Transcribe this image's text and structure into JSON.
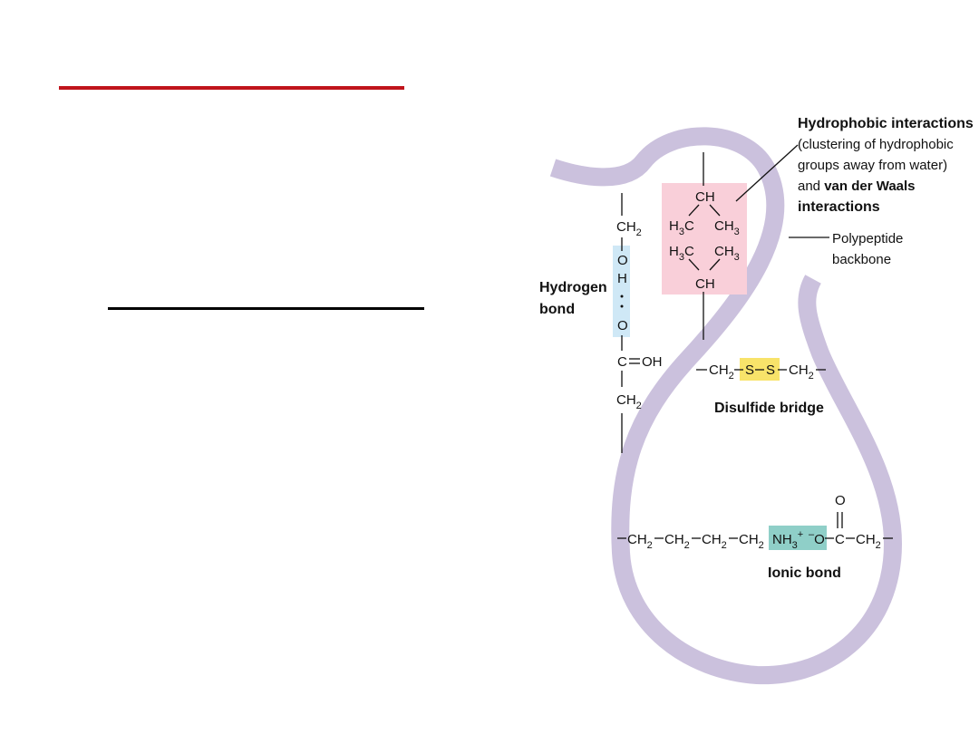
{
  "colors": {
    "title_rule": "#c0141c",
    "subtitle_rule": "#000000",
    "backbone": "#cbc1dd",
    "hydrogen_highlight": "#cfe8f6",
    "hydrophobic_highlight": "#f9cfd9",
    "disulfide_highlight": "#f8e36a",
    "ionic_highlight": "#8fcfc8"
  },
  "labels": {
    "hydrophobic_title": "Hydrophobic interactions",
    "hydrophobic_line2": "(clustering of hydrophobic",
    "hydrophobic_line3": "groups away from water)",
    "hydrophobic_and": "and ",
    "hydrophobic_vdw": "van der Waals",
    "hydrophobic_line5": "interactions",
    "backbone_line1": "Polypeptide",
    "backbone_line2": "backbone",
    "hydrogen_line1": "Hydrogen",
    "hydrogen_line2": "bond",
    "disulfide": "Disulfide bridge",
    "ionic": "Ionic bond"
  },
  "hydrogen_bond_chain": {
    "ch2_top": "CH",
    "ch2_top_sub": "2",
    "o_top": "O",
    "h": "H",
    "o_bottom": "O",
    "c": "C",
    "oh": "OH",
    "ch2_bottom": "CH",
    "ch2_bottom_sub": "2"
  },
  "hydrophobic_group": {
    "ch_top": "CH",
    "h3c_upper_h": "H",
    "h3c_upper_sub": "3",
    "h3c_upper_c": "C",
    "ch3_upper": "CH",
    "ch3_upper_sub": "3",
    "h3c_lower_h": "H",
    "h3c_lower_sub": "3",
    "h3c_lower_c": "C",
    "ch3_lower": "CH",
    "ch3_lower_sub": "3",
    "ch_bottom": "CH"
  },
  "disulfide_chain": {
    "left_ch2": "CH",
    "left_sub": "2",
    "s1": "S",
    "s2": "S",
    "right_ch2": "CH",
    "right_sub": "2"
  },
  "ionic_chain": {
    "ch2_a": "CH",
    "ch2_b": "CH",
    "ch2_c": "CH",
    "ch2_d": "CH",
    "sub": "2",
    "nh3": "NH",
    "nh3_sub": "3",
    "nh3_sup": "+",
    "o_minus_sup": "–",
    "o_minus": "O",
    "carbonyl_c": "C",
    "carbonyl_o": "O",
    "ch2_end": "CH",
    "ch2_end_sub": "2"
  }
}
